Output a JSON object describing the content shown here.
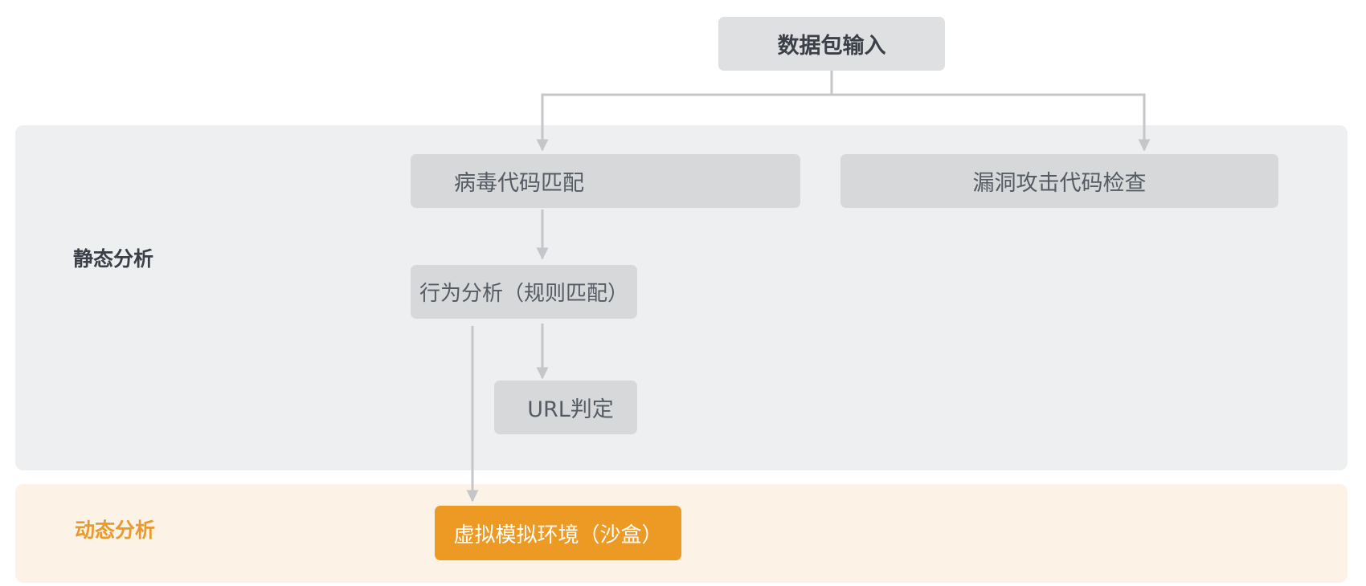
{
  "sections": {
    "static": {
      "label": "静态分析"
    },
    "dynamic": {
      "label": "动态分析"
    }
  },
  "nodes": {
    "input": "数据包输入",
    "virus_match": "病毒代码匹配",
    "exploit_check": "漏洞攻击代码检查",
    "behavior_analysis": "行为分析（规则匹配）",
    "url_judge": "URL判定",
    "sandbox": "虚拟模拟环境（沙盒）"
  },
  "colors": {
    "connector": "#c4c6c9",
    "static_bg": "#eeeff0",
    "dynamic_bg": "#fdf2e6",
    "node_gray": "#d7d8da",
    "accent_orange": "#ec9a23",
    "dynamic_label": "#e89a2c"
  }
}
